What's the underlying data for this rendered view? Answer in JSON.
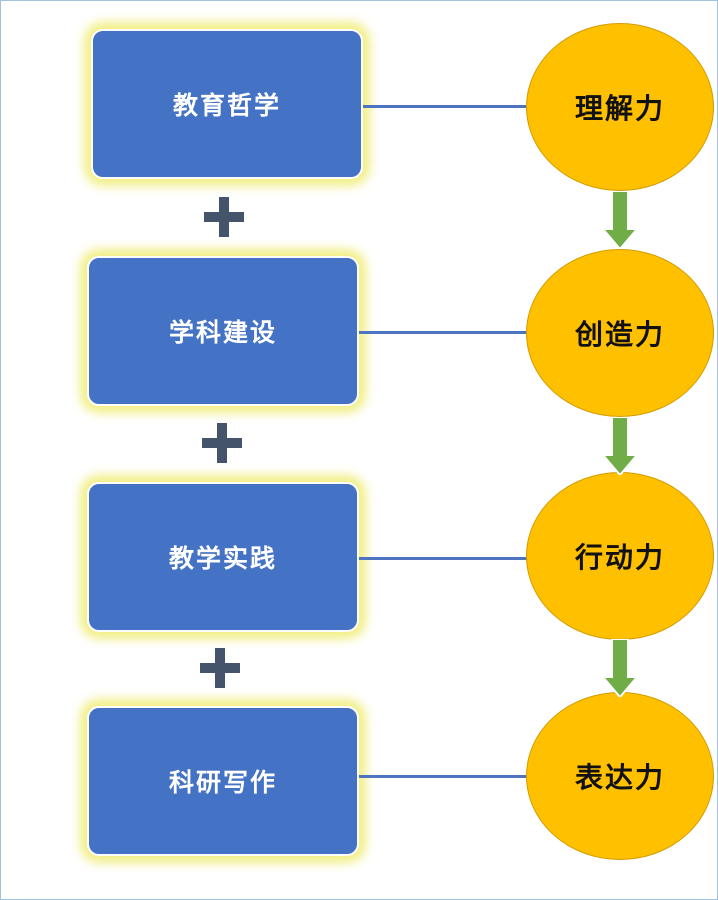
{
  "left_boxes": [
    "教育哲学",
    "学科建设",
    "教学实践",
    "科研写作"
  ],
  "right_circles": [
    "理解力",
    "创造力",
    "行动力",
    "表达力"
  ],
  "connector_symbol": "plus",
  "colors": {
    "box_fill": "#4472c4",
    "box_glow": "#eeec6e",
    "circle_fill": "#ffc000",
    "arrow_fill": "#70ad47",
    "plus_fill": "#44546a",
    "line": "#4f74bf"
  }
}
